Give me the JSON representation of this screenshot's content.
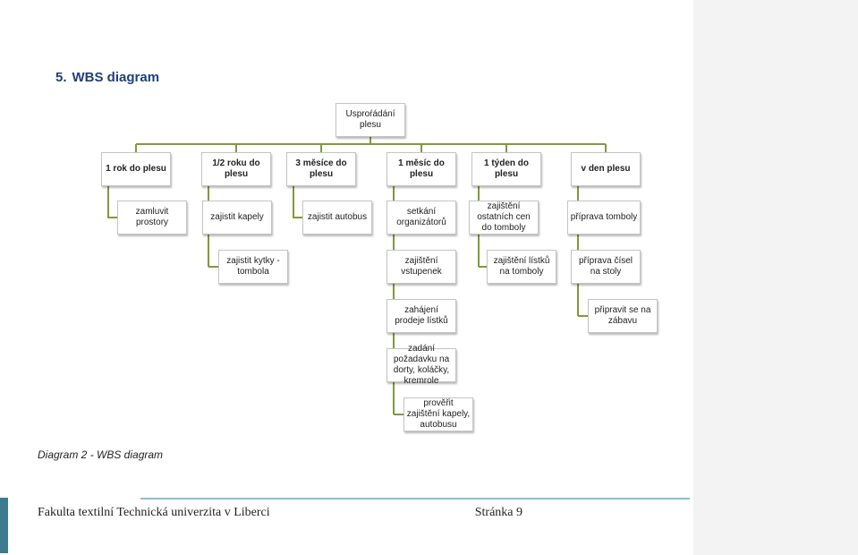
{
  "heading": {
    "number": "5.",
    "title": "WBS diagram"
  },
  "wbs": {
    "line_color": "#7f9a3d",
    "root": "Usproŕádání plesu",
    "columns": [
      {
        "label": "1 rok do plesu",
        "tasks": [
          "zamluvit prostory"
        ]
      },
      {
        "label": "1/2 roku do plesu",
        "tasks": [
          "zajistit kapely",
          "zajistit kytky - tombola"
        ]
      },
      {
        "label": "3 měsíce do plesu",
        "tasks": [
          "zajistit autobus"
        ]
      },
      {
        "label": "1 měsíc do plesu",
        "tasks": [
          "setkání organizátorů",
          "zajištění vstupenek",
          "zahájení prodeje lístků",
          "zadání požadavku na dorty, koláčky, kremrole",
          "prověřit zajištění kapely, autobusu"
        ]
      },
      {
        "label": "1 týden do plesu",
        "tasks": [
          "zajištění ostatních cen do tomboly",
          "zajištění lístků na tomboly"
        ]
      },
      {
        "label": "v den plesu",
        "tasks": [
          "příprava tomboly",
          "příprava čísel na stoly",
          "připravit se na zábavu"
        ]
      }
    ]
  },
  "caption": "Diagram 2 - WBS diagram",
  "footer": {
    "left": "Fakulta textilní Technická univerzita v Liberci",
    "right": "Stránka 9"
  }
}
